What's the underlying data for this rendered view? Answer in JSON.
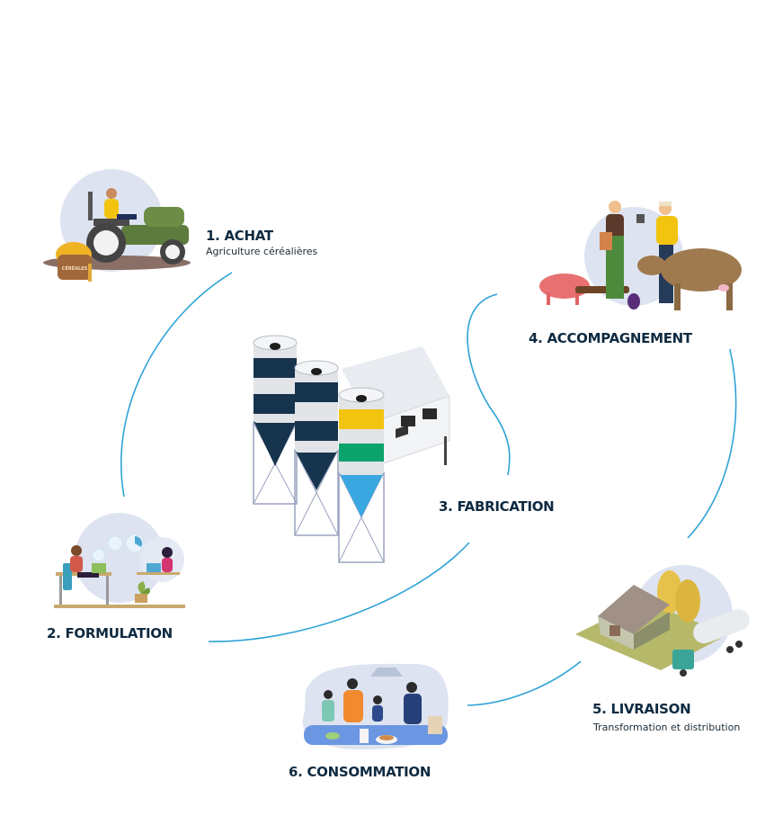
{
  "diagram": {
    "steps": [
      {
        "number": "1",
        "title": "1. ACHAT",
        "subtitle": "Agriculture céréalières",
        "illustration": "tractor-farmer",
        "sack_label": "CÉRÉALES"
      },
      {
        "number": "2",
        "title": "2. FORMULATION",
        "illustration": "people-working-laptops"
      },
      {
        "number": "3",
        "title": "3. FABRICATION",
        "illustration": "feed-mill-silos"
      },
      {
        "number": "4",
        "title": "4. ACCOMPAGNEMENT",
        "illustration": "farmers-with-animals"
      },
      {
        "number": "5",
        "title": "5. LIVRAISON",
        "subtitle": "Transformation et distribution",
        "illustration": "farm-barn-tanker-truck"
      },
      {
        "number": "6",
        "title": "6. CONSOMMATION",
        "illustration": "family-cooking"
      }
    ],
    "colors": {
      "connector": "#2ea3d6",
      "title": "#0f2a40",
      "bubble": "#dde3f0",
      "silo_navy": "#17344f",
      "silo_yellow": "#f2c40f",
      "silo_green": "#0ca36e",
      "silo_blue": "#3aa7e0"
    }
  }
}
